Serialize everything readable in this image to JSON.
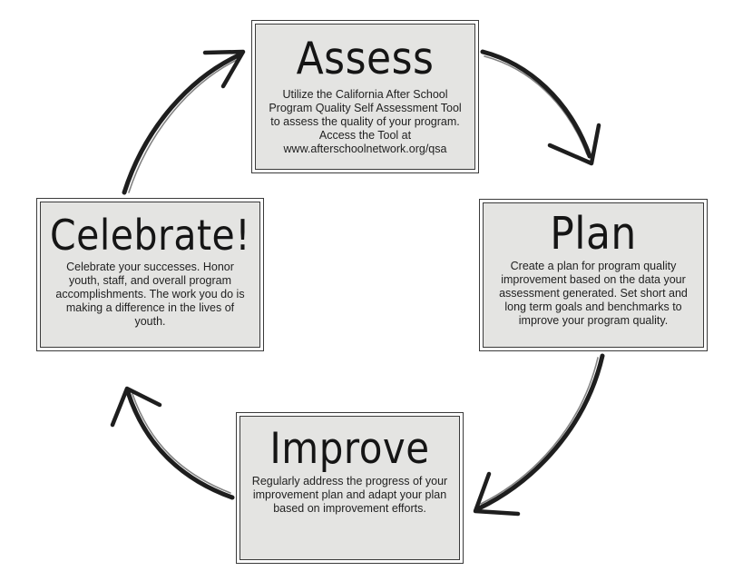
{
  "stages": {
    "assess": {
      "title": "Assess",
      "description": "Utilize the California After School Program Quality Self Assessment Tool to assess the quality of your program. Access the Tool at www.afterschoolnetwork.org/qsa"
    },
    "plan": {
      "title": "Plan",
      "description": "Create a plan for program quality improvement based on the data your assessment generated. Set short and long term goals and benchmarks to improve your program quality."
    },
    "improve": {
      "title": "Improve",
      "description": "Regularly address the progress of your improvement plan and adapt your plan based on improvement efforts."
    },
    "celebrate": {
      "title": "Celebrate!",
      "description": "Celebrate your successes. Honor youth, staff, and overall program accomplishments. The work you do is making a difference in the lives of youth."
    }
  },
  "colors": {
    "box_fill": "#e4e4e2",
    "box_border": "#3a3a3a",
    "arrow": "#1e1e1e"
  }
}
